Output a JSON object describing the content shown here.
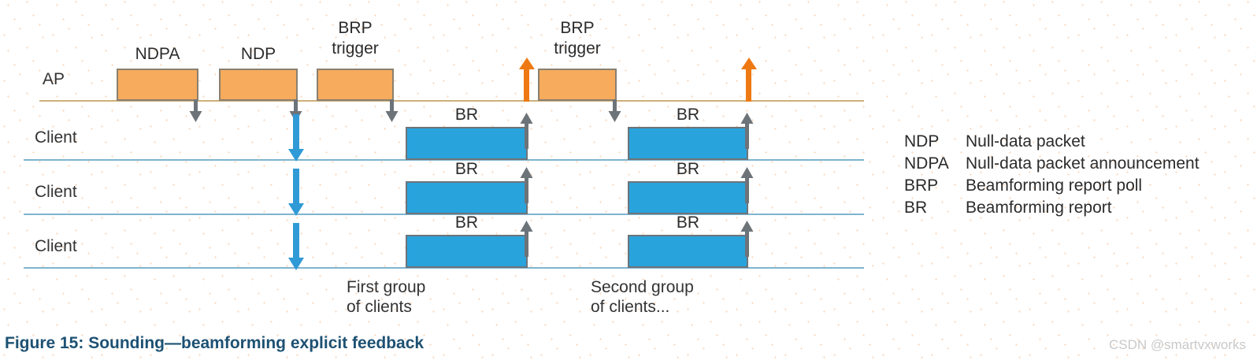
{
  "figure": {
    "caption": "Figure 15: Sounding—beamforming explicit feedback",
    "watermark": "CSDN @smartvxworks"
  },
  "colors": {
    "ap_packet_fill": "#f6ab5d",
    "ap_packet_stroke": "#8a8070",
    "br_packet_fill": "#29a3dc",
    "br_packet_stroke": "#6d7479",
    "ap_timeline": "#cdb07a",
    "client_timeline": "#7fb4cf",
    "gray_arrow": "#6d7479",
    "blue_arrow": "#2f9ad6",
    "orange_arrow": "#ee7913",
    "caption_text": "#1d5173",
    "watermark_text": "#c9c9c9",
    "background": "#ffffff"
  },
  "timelines": [
    {
      "name": "ap",
      "label": "AP"
    },
    {
      "name": "client-1",
      "label": "Client"
    },
    {
      "name": "client-2",
      "label": "Client"
    },
    {
      "name": "client-3",
      "label": "Client"
    }
  ],
  "ap_packets": [
    {
      "label": "NDPA"
    },
    {
      "label": "NDP"
    },
    {
      "label": "BRP\ntrigger"
    },
    {
      "label": "BRP\ntrigger"
    }
  ],
  "ap_packet_labels": {
    "ndpa": "NDPA",
    "ndp": "NDP",
    "brp_trigger_1_line1": "BRP",
    "brp_trigger_1_line2": "trigger",
    "brp_trigger_2_line1": "BRP",
    "brp_trigger_2_line2": "trigger"
  },
  "br_packets": {
    "label": "BR",
    "group_1": [
      {
        "row": "client-1",
        "label": "BR"
      },
      {
        "row": "client-2",
        "label": "BR"
      },
      {
        "row": "client-3",
        "label": "BR"
      }
    ],
    "group_2": [
      {
        "row": "client-1",
        "label": "BR"
      },
      {
        "row": "client-2",
        "label": "BR"
      },
      {
        "row": "client-3",
        "label": "BR"
      }
    ]
  },
  "group_labels": {
    "first_line1": "First group",
    "first_line2": "of clients",
    "second_line1": "Second group",
    "second_line2": "of clients..."
  },
  "legend": {
    "items": [
      {
        "abbr": "NDP",
        "desc": "Null-data packet"
      },
      {
        "abbr": "NDPA",
        "desc": "Null-data packet announcement"
      },
      {
        "abbr": "BRP",
        "desc": "Beamforming report poll"
      },
      {
        "abbr": "BR",
        "desc": "Beamforming report"
      }
    ]
  },
  "chart_data": {
    "type": "diagram",
    "title": "Figure 15: Sounding—beamforming explicit feedback",
    "lanes": [
      "AP",
      "Client",
      "Client",
      "Client"
    ],
    "ap_sequence": [
      "NDPA",
      "NDP",
      "BRP trigger",
      "BRP trigger"
    ],
    "client_sequence": [
      "BR",
      "BR"
    ],
    "groups": [
      "First group of clients",
      "Second group of clients..."
    ]
  }
}
